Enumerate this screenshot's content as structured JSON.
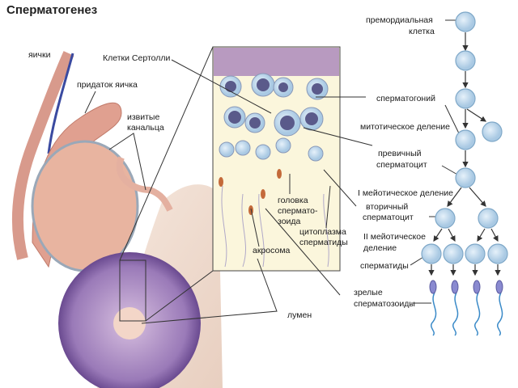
{
  "title": "Сперматогенез",
  "left_labels": {
    "testes": "яички",
    "epididymis": "придаток яичка",
    "tubules_1": "извитые",
    "tubules_2": "канальца",
    "sertoli": "Клетки Сертолли",
    "head_1": "головка",
    "head_2": "спермато-",
    "head_3": "зоида",
    "cytoplasm_1": "цитоплазма",
    "cytoplasm_2": "сперматиды",
    "acrosome": "акросома",
    "lumen": "лумен"
  },
  "stages": {
    "primordial_1": "премордиальная",
    "primordial_2": "клетка",
    "spermatogonium": "сперматогоний",
    "mitotic": "митотическое деление",
    "primary_1": "превичный",
    "primary_2": "сперматоцит",
    "meiosis1": "I мейотическое деление",
    "secondary_1": "вторичный",
    "secondary_2": "сперматоцит",
    "meiosis2_1": "II мейотическое",
    "meiosis2_2": "деление",
    "spermatids": "сперматиды",
    "mature_1": "зрелые",
    "mature_2": "сперматозоиды"
  },
  "colors": {
    "cell": "#c9dff0",
    "cell_edge": "#7fa8c8",
    "tissue": "#e8b8a8",
    "tubule": "#8a6aa8"
  }
}
